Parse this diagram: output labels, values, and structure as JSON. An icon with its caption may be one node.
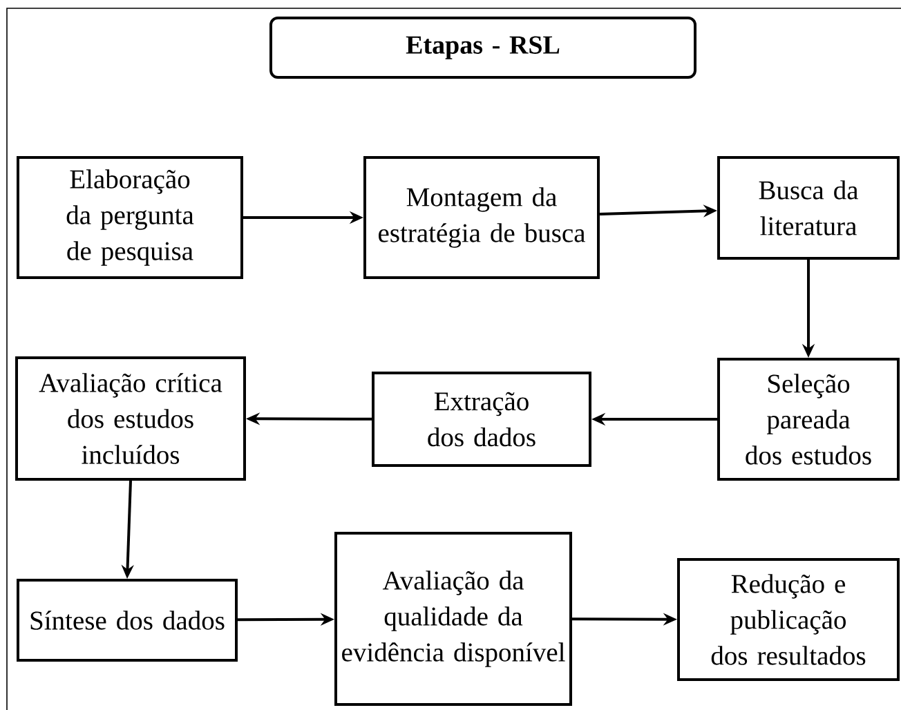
{
  "diagram": {
    "nodes": [
      {
        "text": [
          "Etapas - RSL"
        ]
      },
      {
        "text": [
          "Elaboração da pergunta de pesquisa"
        ]
      },
      {
        "text": [
          "Montagem da estratégia de busca"
        ]
      },
      {
        "text": [
          "Busca da literatura"
        ]
      },
      {
        "text": [
          "Seleção pareada dos estudos"
        ]
      },
      {
        "text": [
          "Extração dos dados"
        ]
      },
      {
        "text": [
          "Avaliação crítica dos estudos incluídos"
        ]
      },
      {
        "text": [
          "Síntese dos dados"
        ]
      },
      {
        "text": [
          "Avaliação da qualidade da evidência disponível"
        ]
      },
      {
        "text": [
          "Redução e publicação dos resultados"
        ]
      }
    ],
    "edges": [
      {
        "from": 1,
        "to": 2,
        "arrow": "to"
      },
      {
        "from": 2,
        "to": 3,
        "arrow": "to"
      },
      {
        "from": 3,
        "to": 4,
        "arrow": "to"
      },
      {
        "from": 4,
        "to": 5,
        "arrow": "to"
      },
      {
        "from": 5,
        "to": 6,
        "arrow": "to"
      },
      {
        "from": 6,
        "to": 7,
        "arrow": "to"
      },
      {
        "from": 7,
        "to": 8,
        "arrow": "to"
      },
      {
        "from": 8,
        "to": 9,
        "arrow": "to"
      }
    ]
  }
}
